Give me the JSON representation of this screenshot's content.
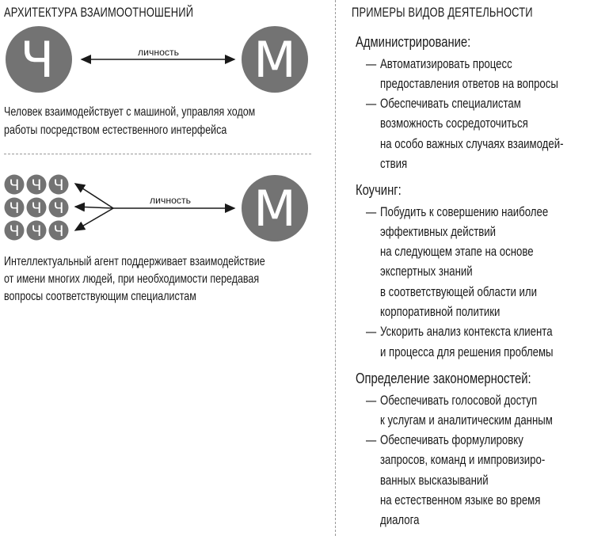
{
  "left": {
    "title": "АРХИТЕКТУРА ВЗАИМООТНОШЕНИЙ",
    "diagram1": {
      "left_letter": "Ч",
      "right_letter": "М",
      "arrow_label": "личность",
      "caption_lines": [
        "Человек взаимодействует с машиной, управляя ходом",
        "работы посредством естественного интерфейса"
      ]
    },
    "diagram2": {
      "small_letter": "Ч",
      "right_letter": "М",
      "arrow_label": "личность",
      "caption_lines": [
        "Интеллектуальный агент поддерживает взаимодействие",
        "от имени многих людей, при необходимости передавая",
        "вопросы соответствующим специалистам"
      ]
    }
  },
  "right": {
    "title": "ПРИМЕРЫ ВИДОВ ДЕЯТЕЛЬНОСТИ",
    "sections": [
      {
        "title": "Администрирование:",
        "items": [
          [
            "Автоматизировать процесс",
            "предоставления ответов на вопросы"
          ],
          [
            "Обеспечивать специалистам",
            "возможность сосредоточиться",
            "на особо важных случаях взаимодей-",
            "ствия"
          ]
        ]
      },
      {
        "title": "Коучинг:",
        "items": [
          [
            "Побудить к совершению наиболее",
            "эффективных действий",
            "на следующем этапе на основе",
            "экспертных знаний",
            "в соответствующей области или",
            "корпоративной политики"
          ],
          [
            "Ускорить анализ контекста клиента",
            "и процесса для решения проблемы"
          ]
        ]
      },
      {
        "title": "Определение закономерностей:",
        "items": [
          [
            "Обеспечивать голосовой доступ",
            "к услугам и аналитическим данным"
          ],
          [
            "Обеспечивать формулировку",
            "запросов, команд и импровизиро-",
            "ванных высказываний",
            "на естественном языке во время",
            "диалога"
          ]
        ]
      }
    ],
    "dash": "—"
  },
  "colors": {
    "circle": "#737373",
    "text": "#1a1a1a",
    "divider": "#9a9a9a"
  }
}
